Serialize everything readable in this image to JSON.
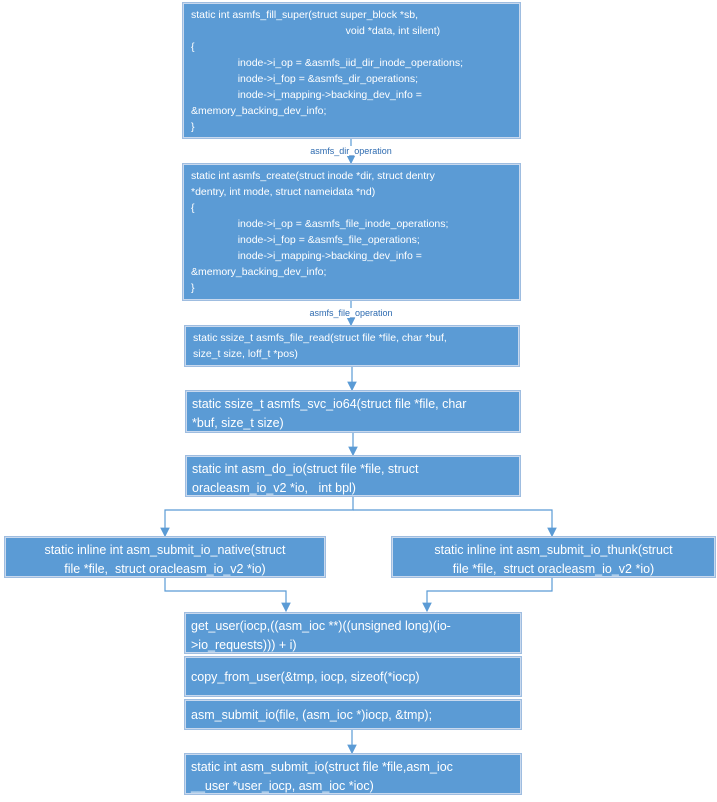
{
  "colors": {
    "box_fill": "#5b9bd5",
    "connector": "#5b9bd5",
    "label_text": "#2e6bb0"
  },
  "boxes": {
    "fill_super": "static int asmfs_fill_super(struct super_block *sb,\n                                                     void *data, int silent)\n{\n                inode->i_op = &asmfs_iid_dir_inode_operations;\n                inode->i_fop = &asmfs_dir_operations;\n                inode->i_mapping->backing_dev_info =\n&memory_backing_dev_info;\n}",
    "create": "static int asmfs_create(struct inode *dir, struct dentry\n*dentry, int mode, struct nameidata *nd)\n{\n                inode->i_op = &asmfs_file_inode_operations;\n                inode->i_fop = &asmfs_file_operations;\n                inode->i_mapping->backing_dev_info =\n&memory_backing_dev_info;\n}",
    "file_read": "static ssize_t asmfs_file_read(struct file *file, char *buf,\nsize_t size, loff_t *pos)",
    "svc_io64": "static ssize_t asmfs_svc_io64(struct file *file, char\n*buf, size_t size)",
    "do_io": "static int asm_do_io(struct file *file, struct\noracleasm_io_v2 *io,   int bpl)",
    "submit_native": "static inline int asm_submit_io_native(struct\nfile *file,  struct oracleasm_io_v2 *io)",
    "submit_thunk": "static inline int asm_submit_io_thunk(struct\nfile *file,  struct oracleasm_io_v2 *io)",
    "get_user": "get_user(iocp,((asm_ioc **)((unsigned long)(io-\n>io_requests))) + i)",
    "copy_from_user": "copy_from_user(&tmp, iocp, sizeof(*iocp)",
    "asm_submit_call": "asm_submit_io(file, (asm_ioc *)iocp, &tmp);",
    "asm_submit_io": "static int asm_submit_io(struct file *file,asm_ioc\n__user *user_iocp, asm_ioc *ioc)"
  },
  "edge_labels": {
    "dir_operation": "asmfs_dir_operation",
    "file_operation": "asmfs_file_operation"
  }
}
